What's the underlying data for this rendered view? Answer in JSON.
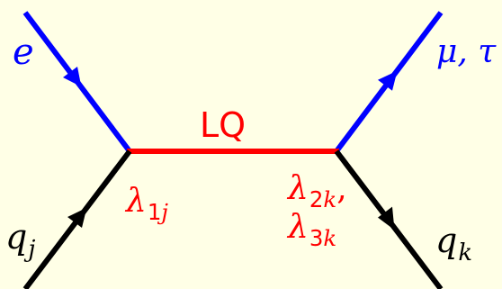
{
  "colors": {
    "background": "#ffffe6",
    "lepton": "#0000ff",
    "leptoquark": "#ff0000",
    "quark": "#000000"
  },
  "labels": {
    "electron": "e",
    "muon_tau": "μ, τ",
    "leptoquark": "LQ",
    "quark_in": {
      "symbol": "q",
      "index": "j"
    },
    "quark_out": {
      "symbol": "q",
      "index": "k"
    },
    "coupling_left": {
      "symbol": "λ",
      "index_num": "1",
      "index_var": "j"
    },
    "coupling_right_1": {
      "symbol": "λ",
      "index_num": "2",
      "index_var": "k",
      "suffix": ","
    },
    "coupling_right_2": {
      "symbol": "λ",
      "index_num": "3",
      "index_var": "k"
    }
  }
}
